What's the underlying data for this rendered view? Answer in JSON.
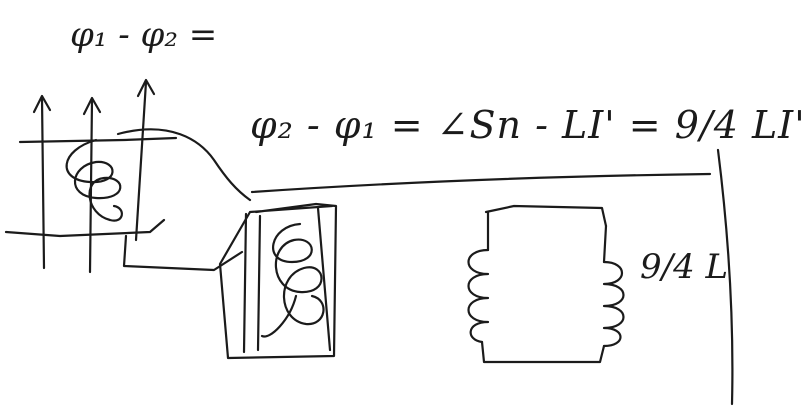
{
  "notes": {
    "top_equation": "φ₁ - φ₂ =",
    "main_equation": "φ₂ - φ₁ = ∠Sn - LI' = 9/4 LI'",
    "inductance_label": "9/4 L"
  },
  "colors": {
    "ink": "#1b1b1b",
    "paper": "#ffffff"
  }
}
